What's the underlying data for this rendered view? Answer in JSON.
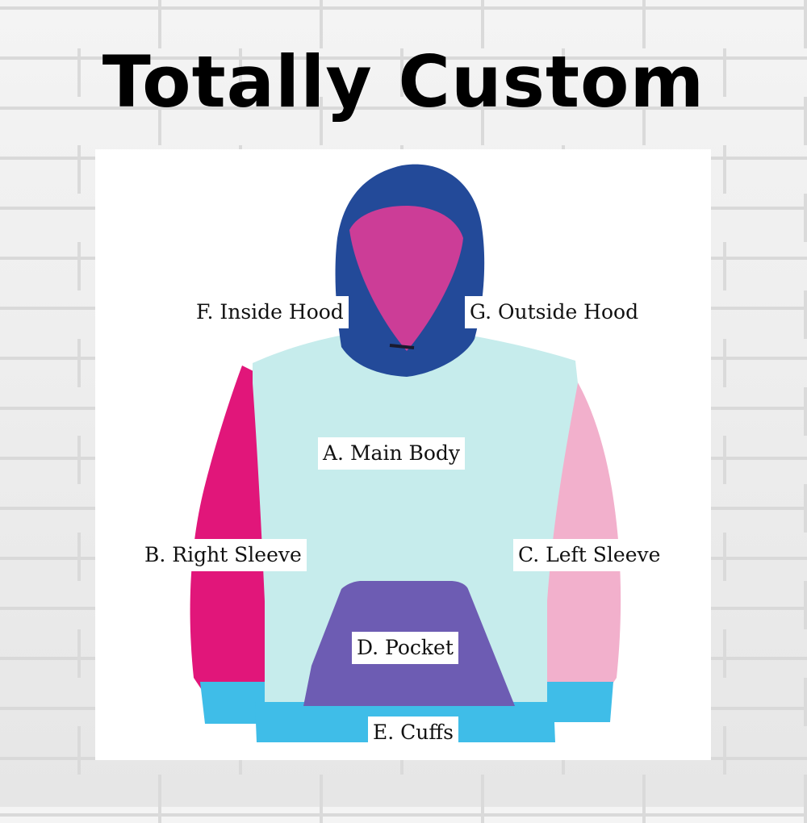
{
  "title": "Totally Custom",
  "parts": {
    "inside_hood": "F. Inside Hood",
    "outside_hood": "G. Outside Hood",
    "main_body": "A. Main Body",
    "right_sleeve": "B. Right Sleeve",
    "left_sleeve": "C. Left Sleeve",
    "pocket": "D. Pocket",
    "cuffs": "E. Cuffs"
  },
  "colors": {
    "hood_outside": "#234a99",
    "hood_inside": "#cc3d97",
    "main_body": "#c6ecec",
    "right_sleeve": "#e1167a",
    "left_sleeve": "#f2b0cc",
    "pocket": "#6d5cb3",
    "cuffs": "#3fbde8"
  }
}
